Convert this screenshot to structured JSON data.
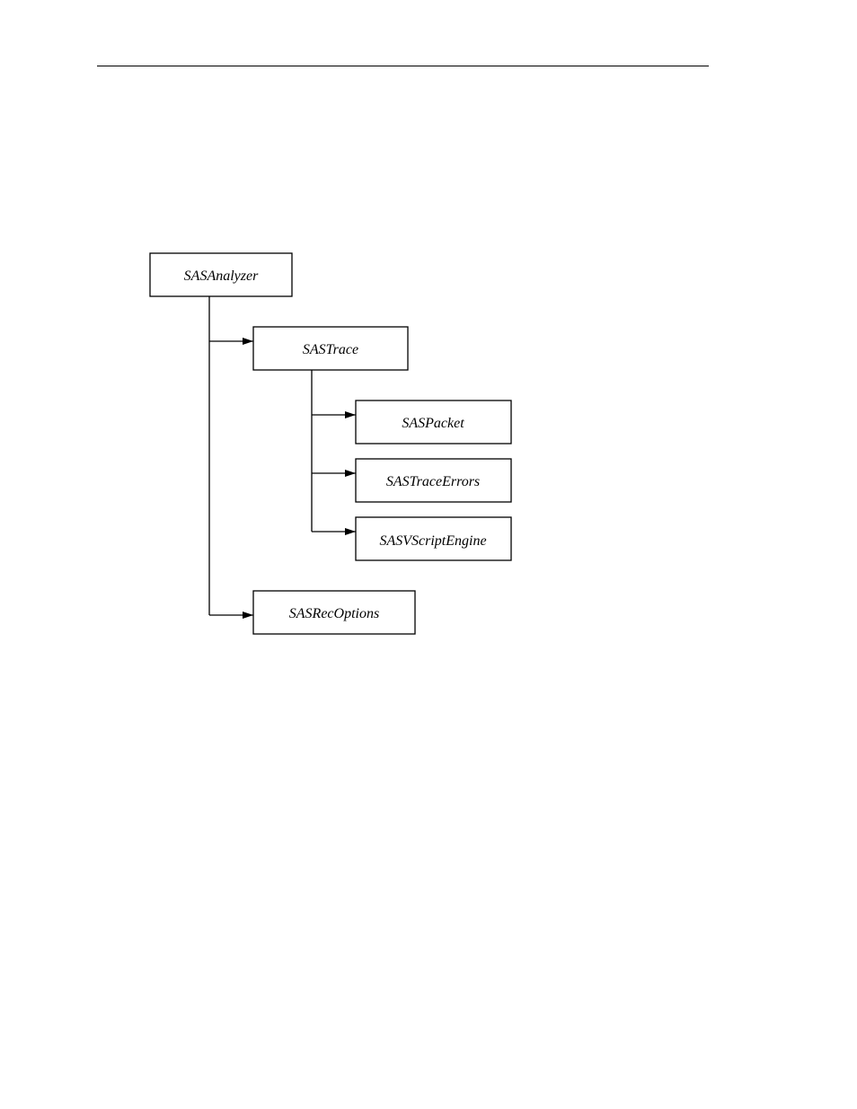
{
  "diagram": {
    "type": "hierarchy",
    "nodes": {
      "root": "SASAnalyzer",
      "trace": "SASTrace",
      "packet": "SASPacket",
      "trace_errors": "SASTraceErrors",
      "vscript_engine": "SASVScriptEngine",
      "rec_options": "SASRecOptions"
    },
    "edges": [
      {
        "from": "SASAnalyzer",
        "to": "SASTrace"
      },
      {
        "from": "SASTrace",
        "to": "SASPacket"
      },
      {
        "from": "SASTrace",
        "to": "SASTraceErrors"
      },
      {
        "from": "SASTrace",
        "to": "SASVScriptEngine"
      },
      {
        "from": "SASAnalyzer",
        "to": "SASRecOptions"
      }
    ]
  }
}
